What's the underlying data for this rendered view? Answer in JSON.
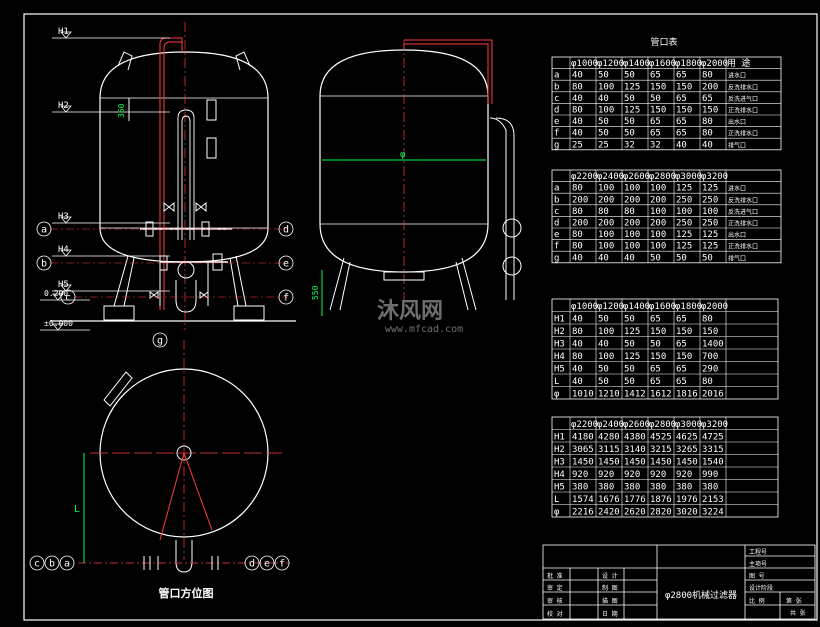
{
  "drawing": {
    "elev_labels": [
      "H1",
      "H2",
      "H3",
      "H4",
      "H5"
    ],
    "level_020": "0.200",
    "level_000": "±0.000",
    "dim_350": "350",
    "dim_550": "550",
    "dim_phi": "φ",
    "dim_L": "L",
    "nozzles_left": [
      "a",
      "b",
      "c"
    ],
    "nozzles_right": [
      "d",
      "e",
      "f"
    ],
    "nozzle_g": "g",
    "plan_left": [
      "c",
      "b",
      "a"
    ],
    "plan_right": [
      "d",
      "e",
      "f"
    ],
    "plan_title": "管口方位图",
    "watermark_main": "沐风网",
    "watermark_url": "www.mfcad.com"
  },
  "table_title": "管口表",
  "nozzle_table_1": {
    "header": [
      "φ1000",
      "φ1200",
      "φ1400",
      "φ1600",
      "φ1800",
      "φ2000",
      "用 途"
    ],
    "rows": [
      [
        "a",
        "40",
        "50",
        "50",
        "65",
        "65",
        "80",
        "进水口"
      ],
      [
        "b",
        "80",
        "100",
        "125",
        "150",
        "150",
        "200",
        "反洗排水口"
      ],
      [
        "c",
        "40",
        "40",
        "50",
        "50",
        "65",
        "65",
        "反洗进气口"
      ],
      [
        "d",
        "80",
        "100",
        "125",
        "150",
        "150",
        "150",
        "正洗排水口"
      ],
      [
        "e",
        "40",
        "50",
        "50",
        "65",
        "65",
        "80",
        "出水口"
      ],
      [
        "f",
        "40",
        "50",
        "50",
        "65",
        "65",
        "80",
        "正洗排水口"
      ],
      [
        "g",
        "25",
        "25",
        "32",
        "32",
        "40",
        "40",
        "排气口"
      ]
    ]
  },
  "nozzle_table_2": {
    "header": [
      "φ2200",
      "φ2400",
      "φ2600",
      "φ2800",
      "φ3000",
      "φ3200"
    ],
    "rows": [
      [
        "a",
        "80",
        "100",
        "100",
        "100",
        "125",
        "125",
        "进水口"
      ],
      [
        "b",
        "200",
        "200",
        "200",
        "200",
        "250",
        "250",
        "反洗排水口"
      ],
      [
        "c",
        "80",
        "80",
        "80",
        "100",
        "100",
        "100",
        "反洗进气口"
      ],
      [
        "d",
        "200",
        "200",
        "200",
        "200",
        "250",
        "250",
        "正洗排水口"
      ],
      [
        "e",
        "80",
        "100",
        "100",
        "100",
        "125",
        "125",
        "出水口"
      ],
      [
        "f",
        "80",
        "100",
        "100",
        "100",
        "125",
        "125",
        "正洗排水口"
      ],
      [
        "g",
        "40",
        "40",
        "40",
        "50",
        "50",
        "50",
        "排气口"
      ]
    ]
  },
  "dim_table_1": {
    "header": [
      "φ1000",
      "φ1200",
      "φ1400",
      "φ1600",
      "φ1800",
      "φ2000"
    ],
    "rows": [
      [
        "H1",
        "40",
        "50",
        "50",
        "65",
        "65",
        "80"
      ],
      [
        "H2",
        "80",
        "100",
        "125",
        "150",
        "150",
        "150"
      ],
      [
        "H3",
        "40",
        "40",
        "50",
        "50",
        "65",
        "1400"
      ],
      [
        "H4",
        "80",
        "100",
        "125",
        "150",
        "150",
        "700"
      ],
      [
        "H5",
        "40",
        "50",
        "50",
        "65",
        "65",
        "290"
      ],
      [
        "L",
        "40",
        "50",
        "50",
        "65",
        "65",
        "80"
      ],
      [
        "φ",
        "1010",
        "1210",
        "1412",
        "1612",
        "1816",
        "2016"
      ]
    ]
  },
  "dim_table_2": {
    "header": [
      "φ2200",
      "φ2400",
      "φ2600",
      "φ2800",
      "φ3000",
      "φ3200"
    ],
    "rows": [
      [
        "H1",
        "4180",
        "4280",
        "4380",
        "4525",
        "4625",
        "4725"
      ],
      [
        "H2",
        "3065",
        "3115",
        "3140",
        "3215",
        "3265",
        "3315"
      ],
      [
        "H3",
        "1450",
        "1450",
        "1450",
        "1450",
        "1450",
        "1540"
      ],
      [
        "H4",
        "920",
        "920",
        "920",
        "920",
        "920",
        "990"
      ],
      [
        "H5",
        "380",
        "380",
        "380",
        "380",
        "380",
        "380"
      ],
      [
        "L",
        "1574",
        "1676",
        "1776",
        "1876",
        "1976",
        "2153"
      ],
      [
        "φ",
        "2216",
        "2420",
        "2620",
        "2820",
        "3020",
        "3224"
      ]
    ]
  },
  "title_block": {
    "drawing_title": "φ2800机械过滤器",
    "right_labels": [
      "工程号",
      "主项号",
      "图 号",
      "设计阶段",
      "比 例"
    ],
    "left_labels": [
      "批 准",
      "审 定",
      "审 核",
      "校 对"
    ],
    "mid_labels": [
      "设 计",
      "制 图",
      "描 图",
      "日 期"
    ],
    "sheet": [
      "第 张",
      "共 张"
    ]
  }
}
